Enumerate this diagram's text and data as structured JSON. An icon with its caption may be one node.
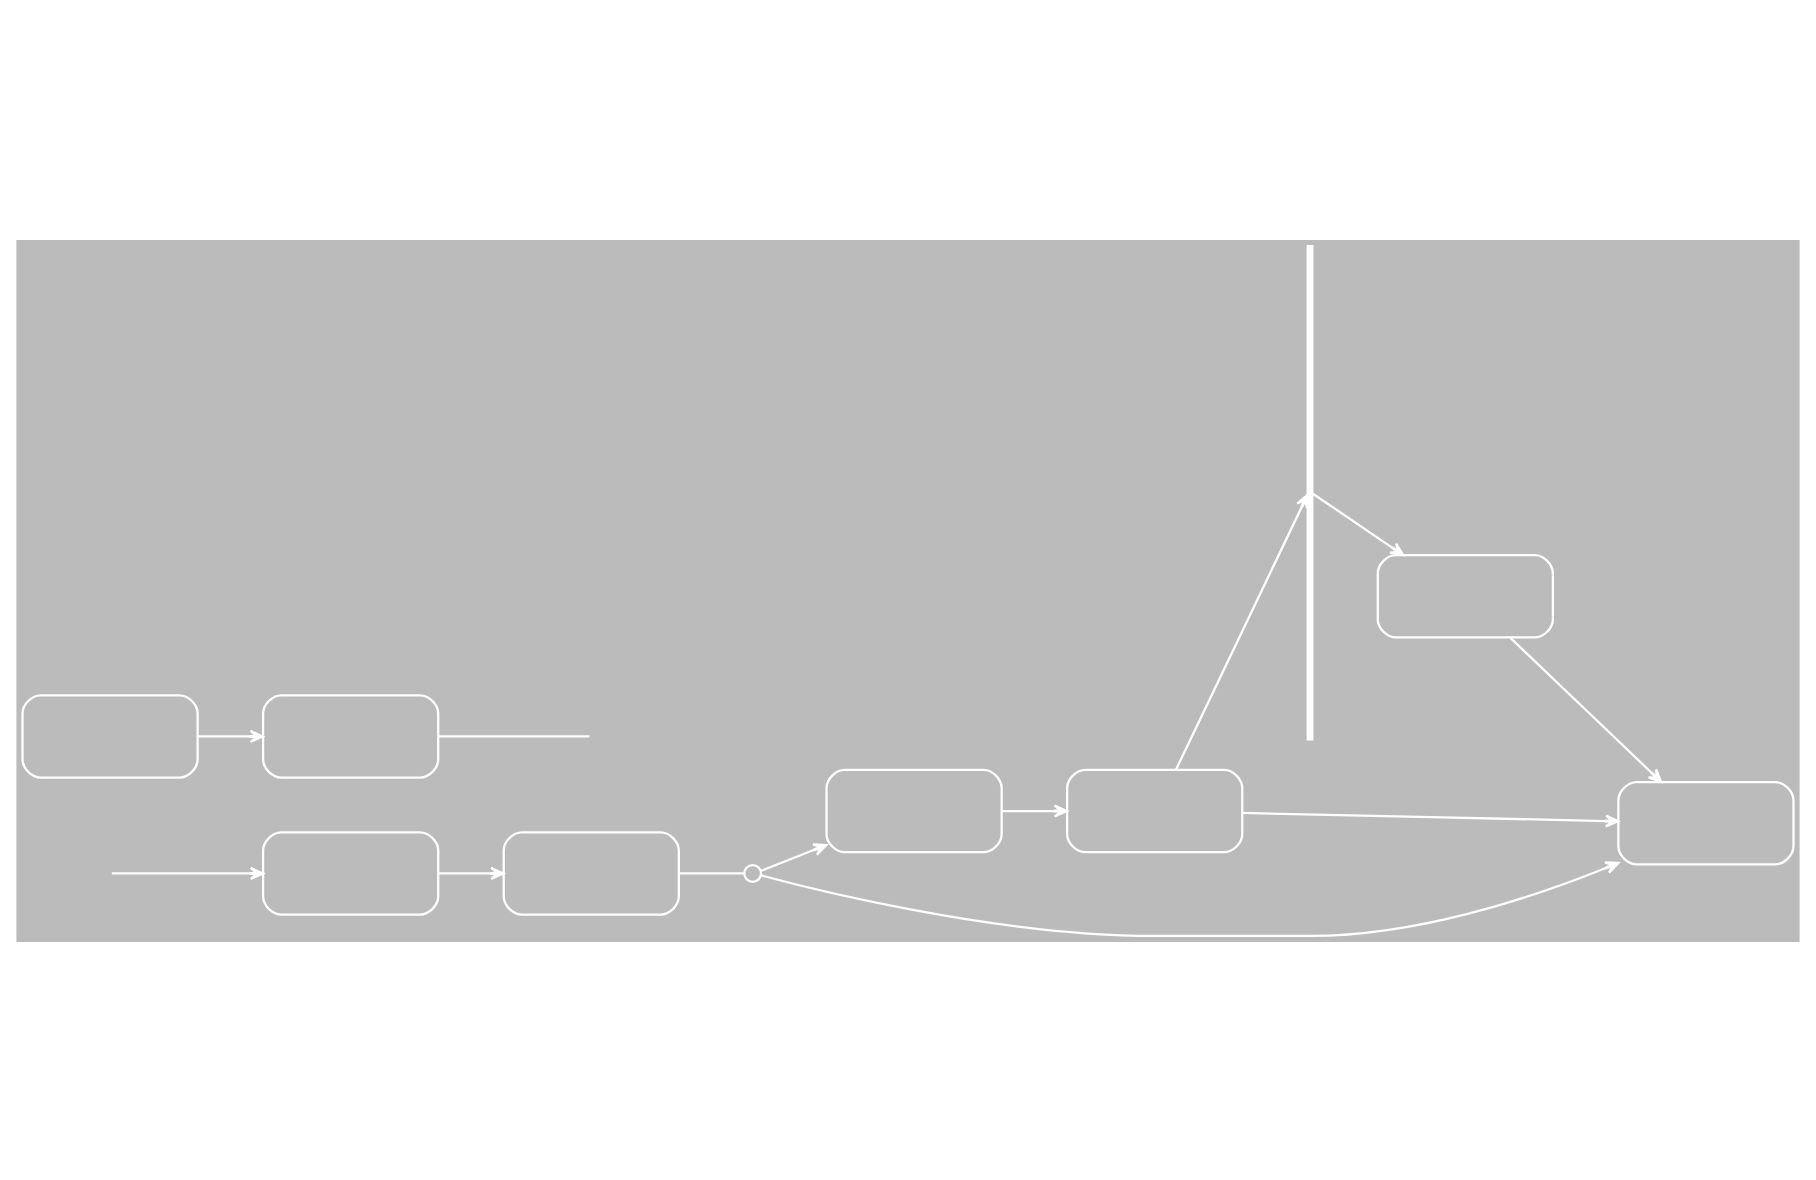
{
  "diagram": {
    "nodes": [
      {
        "text": [],
        "shape": "box"
      },
      {
        "text": [],
        "shape": "box"
      },
      {
        "text": [],
        "shape": "circle"
      },
      {
        "text": [],
        "shape": "box"
      },
      {
        "text": [],
        "shape": "box"
      },
      {
        "text": [],
        "shape": "bar"
      },
      {
        "text": [],
        "shape": "box"
      },
      {
        "text": [],
        "shape": "box"
      },
      {
        "text": [],
        "shape": "box"
      },
      {
        "text": [],
        "shape": "box"
      }
    ],
    "edges": [
      {
        "from": null,
        "to": 0,
        "arrow": "to"
      },
      {
        "from": 0,
        "to": 1,
        "arrow": "to"
      },
      {
        "from": 1,
        "to": 2,
        "arrow": "none"
      },
      {
        "from": 2,
        "to": 3,
        "arrow": "to"
      },
      {
        "from": 3,
        "to": 4,
        "arrow": "to"
      },
      {
        "from": 4,
        "to": 5,
        "arrow": "to"
      },
      {
        "from": 4,
        "to": 6,
        "arrow": "to"
      },
      {
        "from": 2,
        "to": 6,
        "arrow": "to"
      },
      {
        "from": 5,
        "to": 7,
        "arrow": "to"
      },
      {
        "from": 7,
        "to": 6,
        "arrow": "to"
      },
      {
        "from": 9,
        "to": 8,
        "arrow": "to"
      },
      {
        "from": 8,
        "to": null,
        "arrow": "none"
      }
    ]
  }
}
